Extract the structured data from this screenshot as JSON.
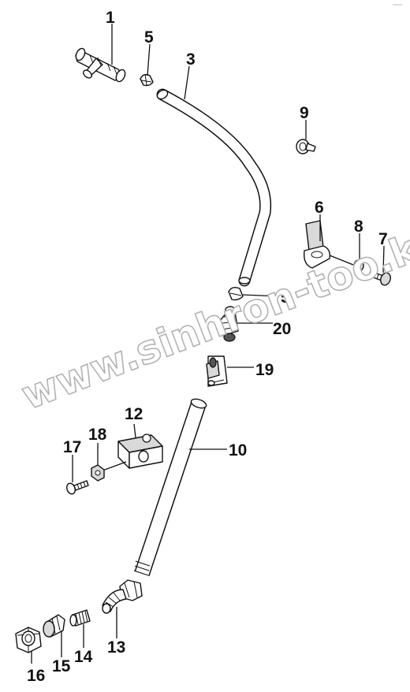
{
  "watermark": "www.sinhron-too.kz",
  "labels": {
    "p1": "1",
    "p3": "3",
    "p5a": "5",
    "p5b": "5",
    "p6": "6",
    "p7": "7",
    "p8": "8",
    "p9": "9",
    "p10": "10",
    "p12": "12",
    "p13": "13",
    "p14": "14",
    "p15": "15",
    "p16": "16",
    "p17": "17",
    "p18": "18",
    "p19": "19",
    "p20": "20"
  }
}
